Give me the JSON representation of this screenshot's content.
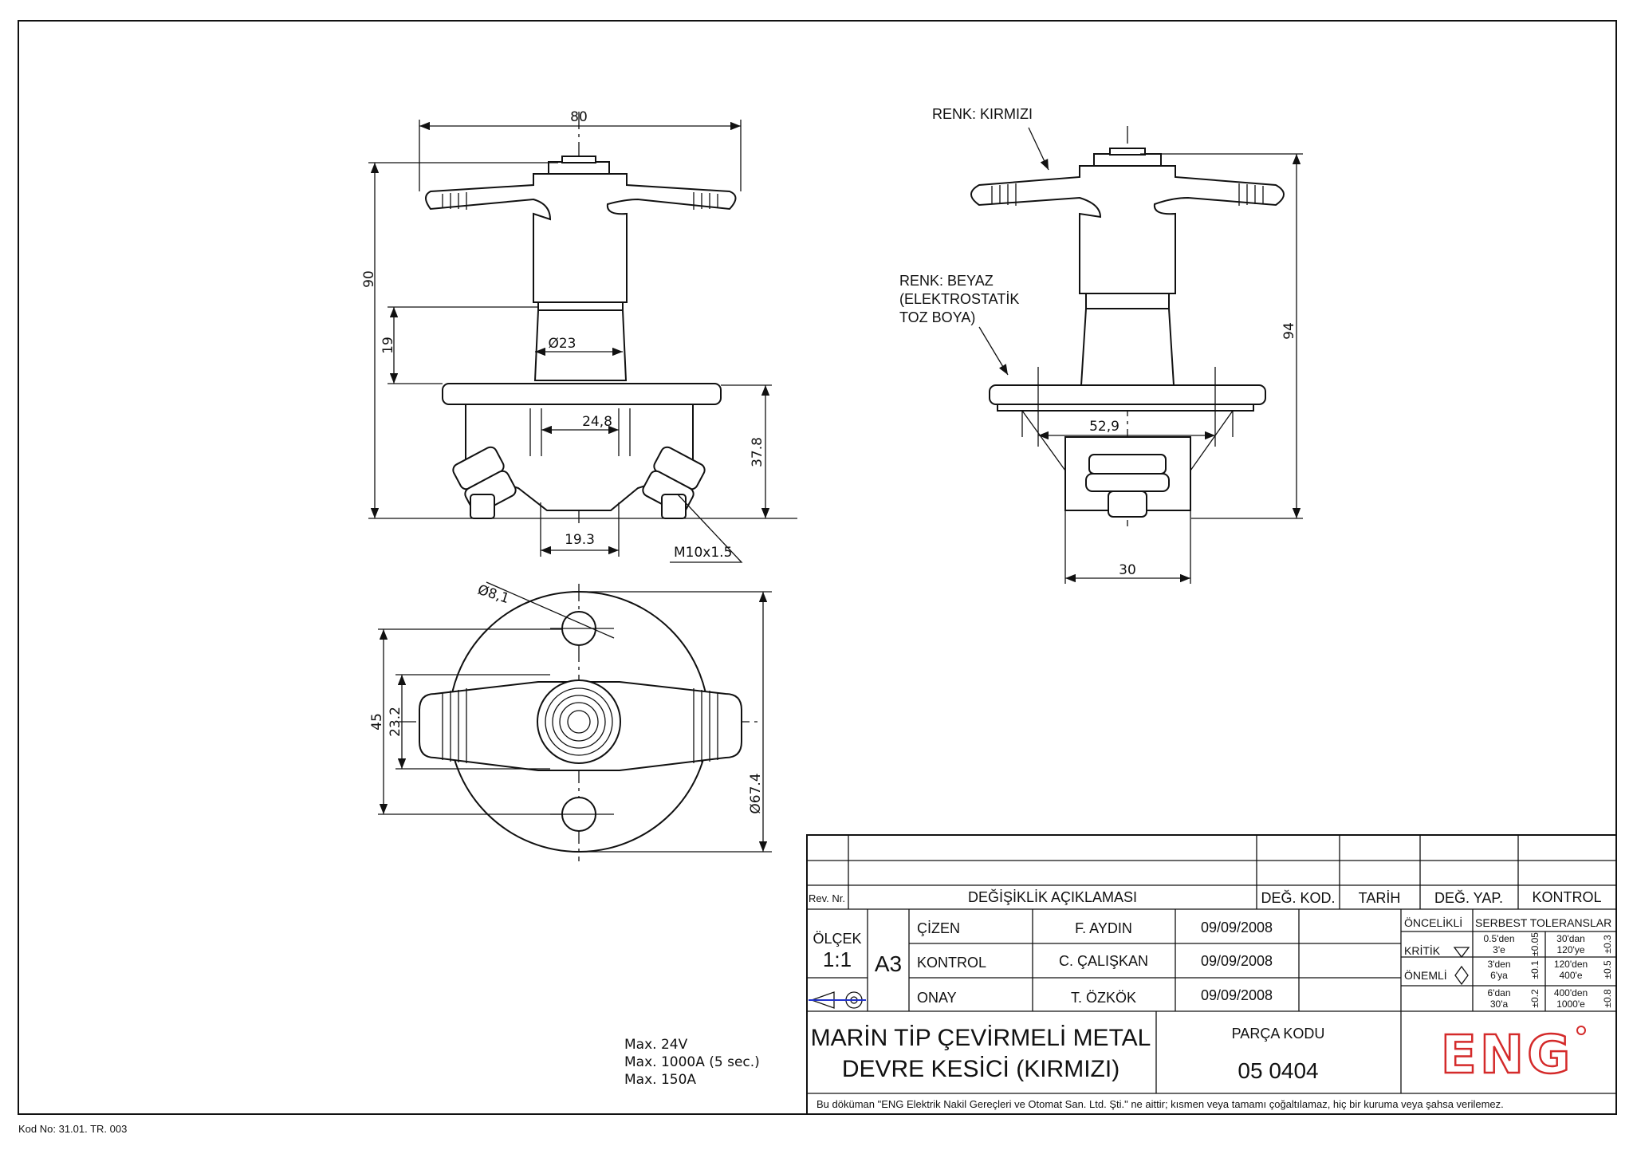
{
  "drawing": {
    "dimensions_front": {
      "width": "80",
      "height": "90",
      "neck_height": "19",
      "neck_dia": "Ø23",
      "inner_width": "24,8",
      "body_height": "37.8",
      "terminal_spacing": "19.3",
      "thread": "M10x1.5"
    },
    "dimensions_top": {
      "hole_dia": "Ø8,1",
      "hole_spacing": "45",
      "handle_width": "23.2",
      "flange_dia": "Ø67.4"
    },
    "dimensions_side": {
      "height": "94",
      "base_width": "52,9",
      "body_width": "30"
    },
    "notes": {
      "color_red": "RENK: KIRMIZI",
      "color_white": [
        "RENK: BEYAZ",
        "(ELEKTROSTATİK",
        "TOZ BOYA)"
      ],
      "ratings": [
        "Max. 24V",
        "Max. 1000A (5 sec.)",
        "Max. 150A"
      ]
    },
    "doc_code": "Kod No: 31.01. TR. 003"
  },
  "title_block": {
    "rev_headers": {
      "rev_no": "Rev. Nr.",
      "description": "DEĞİŞİKLİK AÇIKLAMASI",
      "change_code": "DEĞ. KOD.",
      "date": "TARİH",
      "changed_by": "DEĞ. YAP.",
      "check": "KONTROL"
    },
    "scale_label": "ÖLÇEK",
    "scale": "1:1",
    "sheet_size": "A3",
    "approvals": [
      {
        "role": "ÇİZEN",
        "name": "F. AYDIN",
        "date": "09/09/2008"
      },
      {
        "role": "KONTROL",
        "name": "C. ÇALIŞKAN",
        "date": "09/09/2008"
      },
      {
        "role": "ONAY",
        "name": "T. ÖZKÖK",
        "date": "09/09/2008"
      }
    ],
    "tolerance": {
      "priority_header": "ÖNCELİKLİ",
      "free_header": "SERBEST TOLERANSLAR",
      "critical": "KRİTİK",
      "important": "ÖNEMLİ",
      "rows": [
        {
          "range1": [
            "0.5'den",
            "3'e"
          ],
          "tol1": "±0.05",
          "range2": [
            "30'dan",
            "120'ye"
          ],
          "tol2": "±0.3"
        },
        {
          "range1": [
            "3'den",
            "6'ya"
          ],
          "tol1": "±0.1",
          "range2": [
            "120'den",
            "400'e"
          ],
          "tol2": "±0.5"
        },
        {
          "range1": [
            "6'dan",
            "30'a"
          ],
          "tol1": "±0.2",
          "range2": [
            "400'den",
            "1000'e"
          ],
          "tol2": "±0.8"
        }
      ]
    },
    "title": [
      "MARİN TİP ÇEVİRMELİ METAL",
      "DEVRE KESİCİ (KIRMIZI)"
    ],
    "part_code_label": "PARÇA KODU",
    "part_code": "05 0404",
    "logo": "ENG",
    "logo_color": "#d42a2a",
    "footer": "Bu döküman \"ENG Elektrik Nakil Gereçleri ve Otomat San. Ltd. Şti.\" ne aittir; kısmen veya tamamı çoğaltılamaz, hiç bir kuruma veya şahsa verilemez."
  }
}
